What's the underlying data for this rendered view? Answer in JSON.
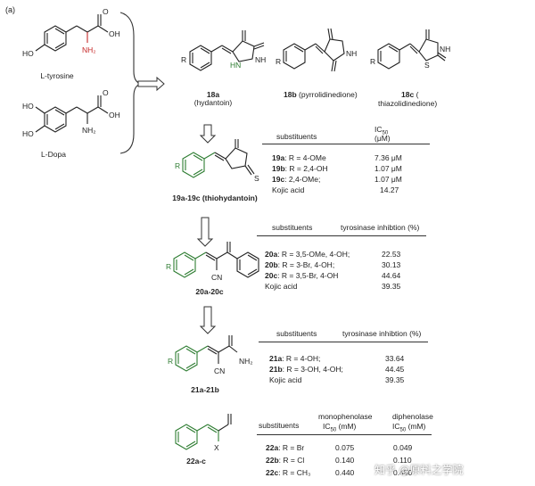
{
  "panel_label": "(a)",
  "precursors": {
    "tyrosine": {
      "label": "L-tyrosine",
      "oh": "OH",
      "acid_oh": "OH",
      "acid_o": "O",
      "nh2": "NH₂",
      "ho": "HO"
    },
    "dopa": {
      "label": "L-Dopa",
      "ho1": "HO",
      "ho2": "HO",
      "acid_oh": "OH",
      "acid_o": "O",
      "nh2": "NH₂"
    }
  },
  "compound18": {
    "a": {
      "id": "18a",
      "name": "(hydantoin)",
      "nh": "HN",
      "n": "NH",
      "r": "R"
    },
    "b": {
      "id": "18b",
      "name": "(pyrrolidinedione)",
      "nh": "NH",
      "r": "R"
    },
    "c": {
      "id": "18c",
      "name_line1": "(",
      "name_line2": "thiazolidinedione)",
      "s": "S",
      "nh": "NH",
      "r": "R"
    }
  },
  "group19": {
    "label": "19a-19c  (thiohydantoin)",
    "r": "R",
    "s": "S",
    "header_sub": "substituents",
    "header_ic": "IC",
    "header_ic_sub": "50",
    "header_unit": "(μM)",
    "rows": [
      {
        "id": "19a",
        "sub": ": R = 4-OMe",
        "val": "7.36 μM"
      },
      {
        "id": "19b",
        "sub": ": R = 2,4-OH",
        "val": "1.07 μM"
      },
      {
        "id": "19c",
        "sub": ": 2,4-OMe;",
        "val": "1.07 μM"
      },
      {
        "id": "",
        "sub": "Kojic acid",
        "val": "14.27"
      }
    ]
  },
  "group20": {
    "label": "20a-20c",
    "r": "R",
    "cn": "CN",
    "header_sub": "substituents",
    "header_val": "tyrosinase inhibtion (%)",
    "rows": [
      {
        "id": "20a",
        "sub": ": R = 3,5-OMe, 4-OH;",
        "val": "22.53"
      },
      {
        "id": "20b",
        "sub": ": R = 3-Br, 4-OH;",
        "val": "30.13"
      },
      {
        "id": "20c",
        "sub": ": R = 3,5-Br, 4-OH",
        "val": "44.64"
      },
      {
        "id": "",
        "sub": "Kojic acid",
        "val": "39.35"
      }
    ]
  },
  "group21": {
    "label": "21a-21b",
    "r": "R",
    "cn": "CN",
    "nh2": "NH₂",
    "header_sub": "substituents",
    "header_val": "tyrosinase inhibtion (%)",
    "rows": [
      {
        "id": "21a",
        "sub": ": R = 4-OH;",
        "val": "33.64"
      },
      {
        "id": "21b",
        "sub": ": R = 3-OH, 4-OH;",
        "val": "44.45"
      },
      {
        "id": "",
        "sub": "Kojic acid",
        "val": "39.35"
      }
    ]
  },
  "group22": {
    "label": "22a-c",
    "x": "X",
    "header_sub": "substituents",
    "header_mono": "monophenolase",
    "header_mono_ic": "IC",
    "header_mono_sub": "50",
    "header_mono_unit": "(mM)",
    "header_di": "diphenolase",
    "header_di_ic": "IC",
    "header_di_sub": "50",
    "header_di_unit": "(mM)",
    "rows": [
      {
        "id": "22a",
        "sub": ": R = Br",
        "mono": "0.075",
        "di": "0.049"
      },
      {
        "id": "22b",
        "sub": ": R = Cl",
        "mono": "0.140",
        "di": "0.110"
      },
      {
        "id": "22c",
        "sub": ": R = CH₃",
        "mono": "0.440",
        "di": "0.450"
      }
    ]
  },
  "watermark": "知乎 @原料之学院",
  "colors": {
    "green": "#2e7d32",
    "red": "#c62828",
    "text": "#222222"
  }
}
